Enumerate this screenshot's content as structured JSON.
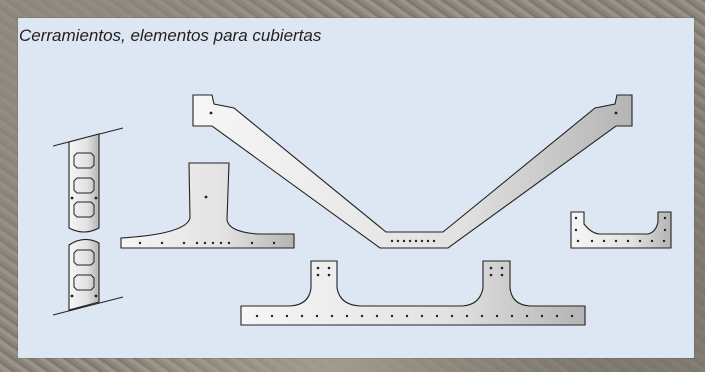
{
  "caption": "Cerramientos, elementos para cubiertas",
  "colors": {
    "panel_background": "#dde6f3",
    "element_fill_light": "#f4f4f4",
    "element_fill_dark": "#bdbdbd",
    "outline": "#222222"
  },
  "elements": [
    {
      "name": "hollow-core-wall-panel",
      "description_icon": "hollow-core-panel-icon"
    },
    {
      "name": "t-section-roof-element",
      "description_icon": "t-beam-icon"
    },
    {
      "name": "v-shaped-roof-element",
      "description_icon": "v-beam-icon"
    },
    {
      "name": "u-channel-small-element",
      "description_icon": "u-channel-icon"
    },
    {
      "name": "double-t-roof-element",
      "description_icon": "double-t-icon"
    }
  ]
}
